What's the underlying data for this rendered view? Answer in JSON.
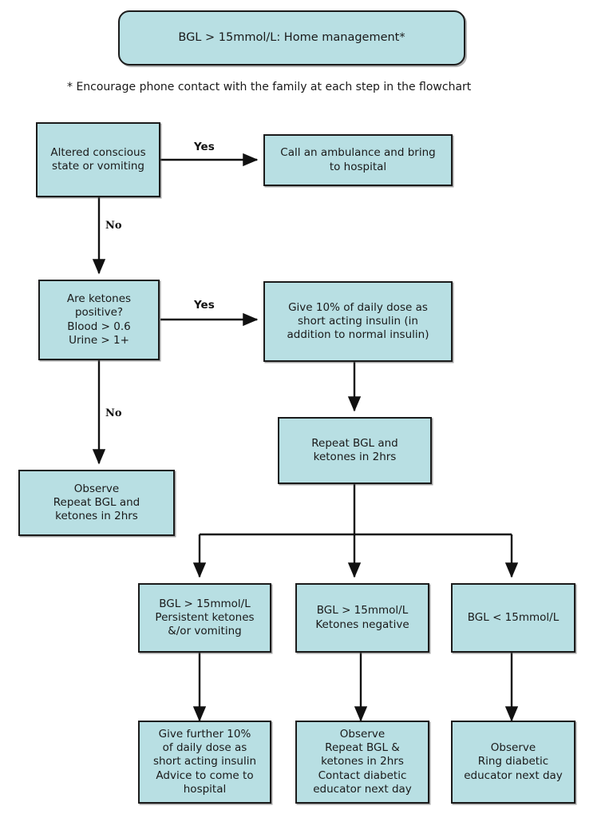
{
  "document": {
    "kind": "clinical-flowchart",
    "title": "BGL > 15mmol/L: Home management*",
    "footnote": "* Encourage phone contact with the family at each step in the flowchart",
    "colors": {
      "node_fill": "#b8dfe3",
      "node_border": "#1b1b1b",
      "text": "#1a1a1a",
      "background": "#ffffff"
    }
  },
  "nodes": {
    "title_box": "BGL > 15mmol/L: Home management*",
    "altered_conscious": "Altered conscious\nstate or vomiting",
    "call_ambulance": "Call an ambulance and bring\nto hospital",
    "are_ketones_positive": "Are ketones\npositive?\nBlood > 0.6\nUrine > 1+",
    "give_10_percent": "Give 10% of daily dose as\nshort acting insulin (in\naddition to normal insulin)",
    "observe_repeat_left": "Observe\nRepeat BGL and\nketones in 2hrs",
    "repeat_bgl_ketones": "Repeat BGL and\nketones in 2hrs",
    "outcome_persistent_ketones": "BGL > 15mmol/L\nPersistent ketones\n&/or vomiting",
    "outcome_ketones_negative": "BGL > 15mmol/L\nKetones negative",
    "outcome_bgl_low": "BGL < 15mmol/L",
    "action_give_further": "Give further 10%\nof daily dose as\nshort acting insulin\nAdvice to come to\nhospital",
    "action_observe_contact": "Observe\nRepeat BGL &\nketones in 2hrs\nContact diabetic\neducator next day",
    "action_observe_ring": "Observe\nRing diabetic\neducator next day"
  },
  "edge_labels": {
    "yes_top": "Yes",
    "no_top": "No",
    "yes_middle": "Yes",
    "no_middle": "No"
  }
}
